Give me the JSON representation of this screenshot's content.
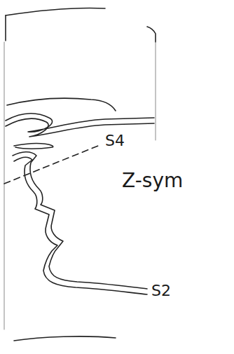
{
  "diagram": {
    "labels": [
      "S4",
      "Z-sym",
      "S2"
    ]
  }
}
